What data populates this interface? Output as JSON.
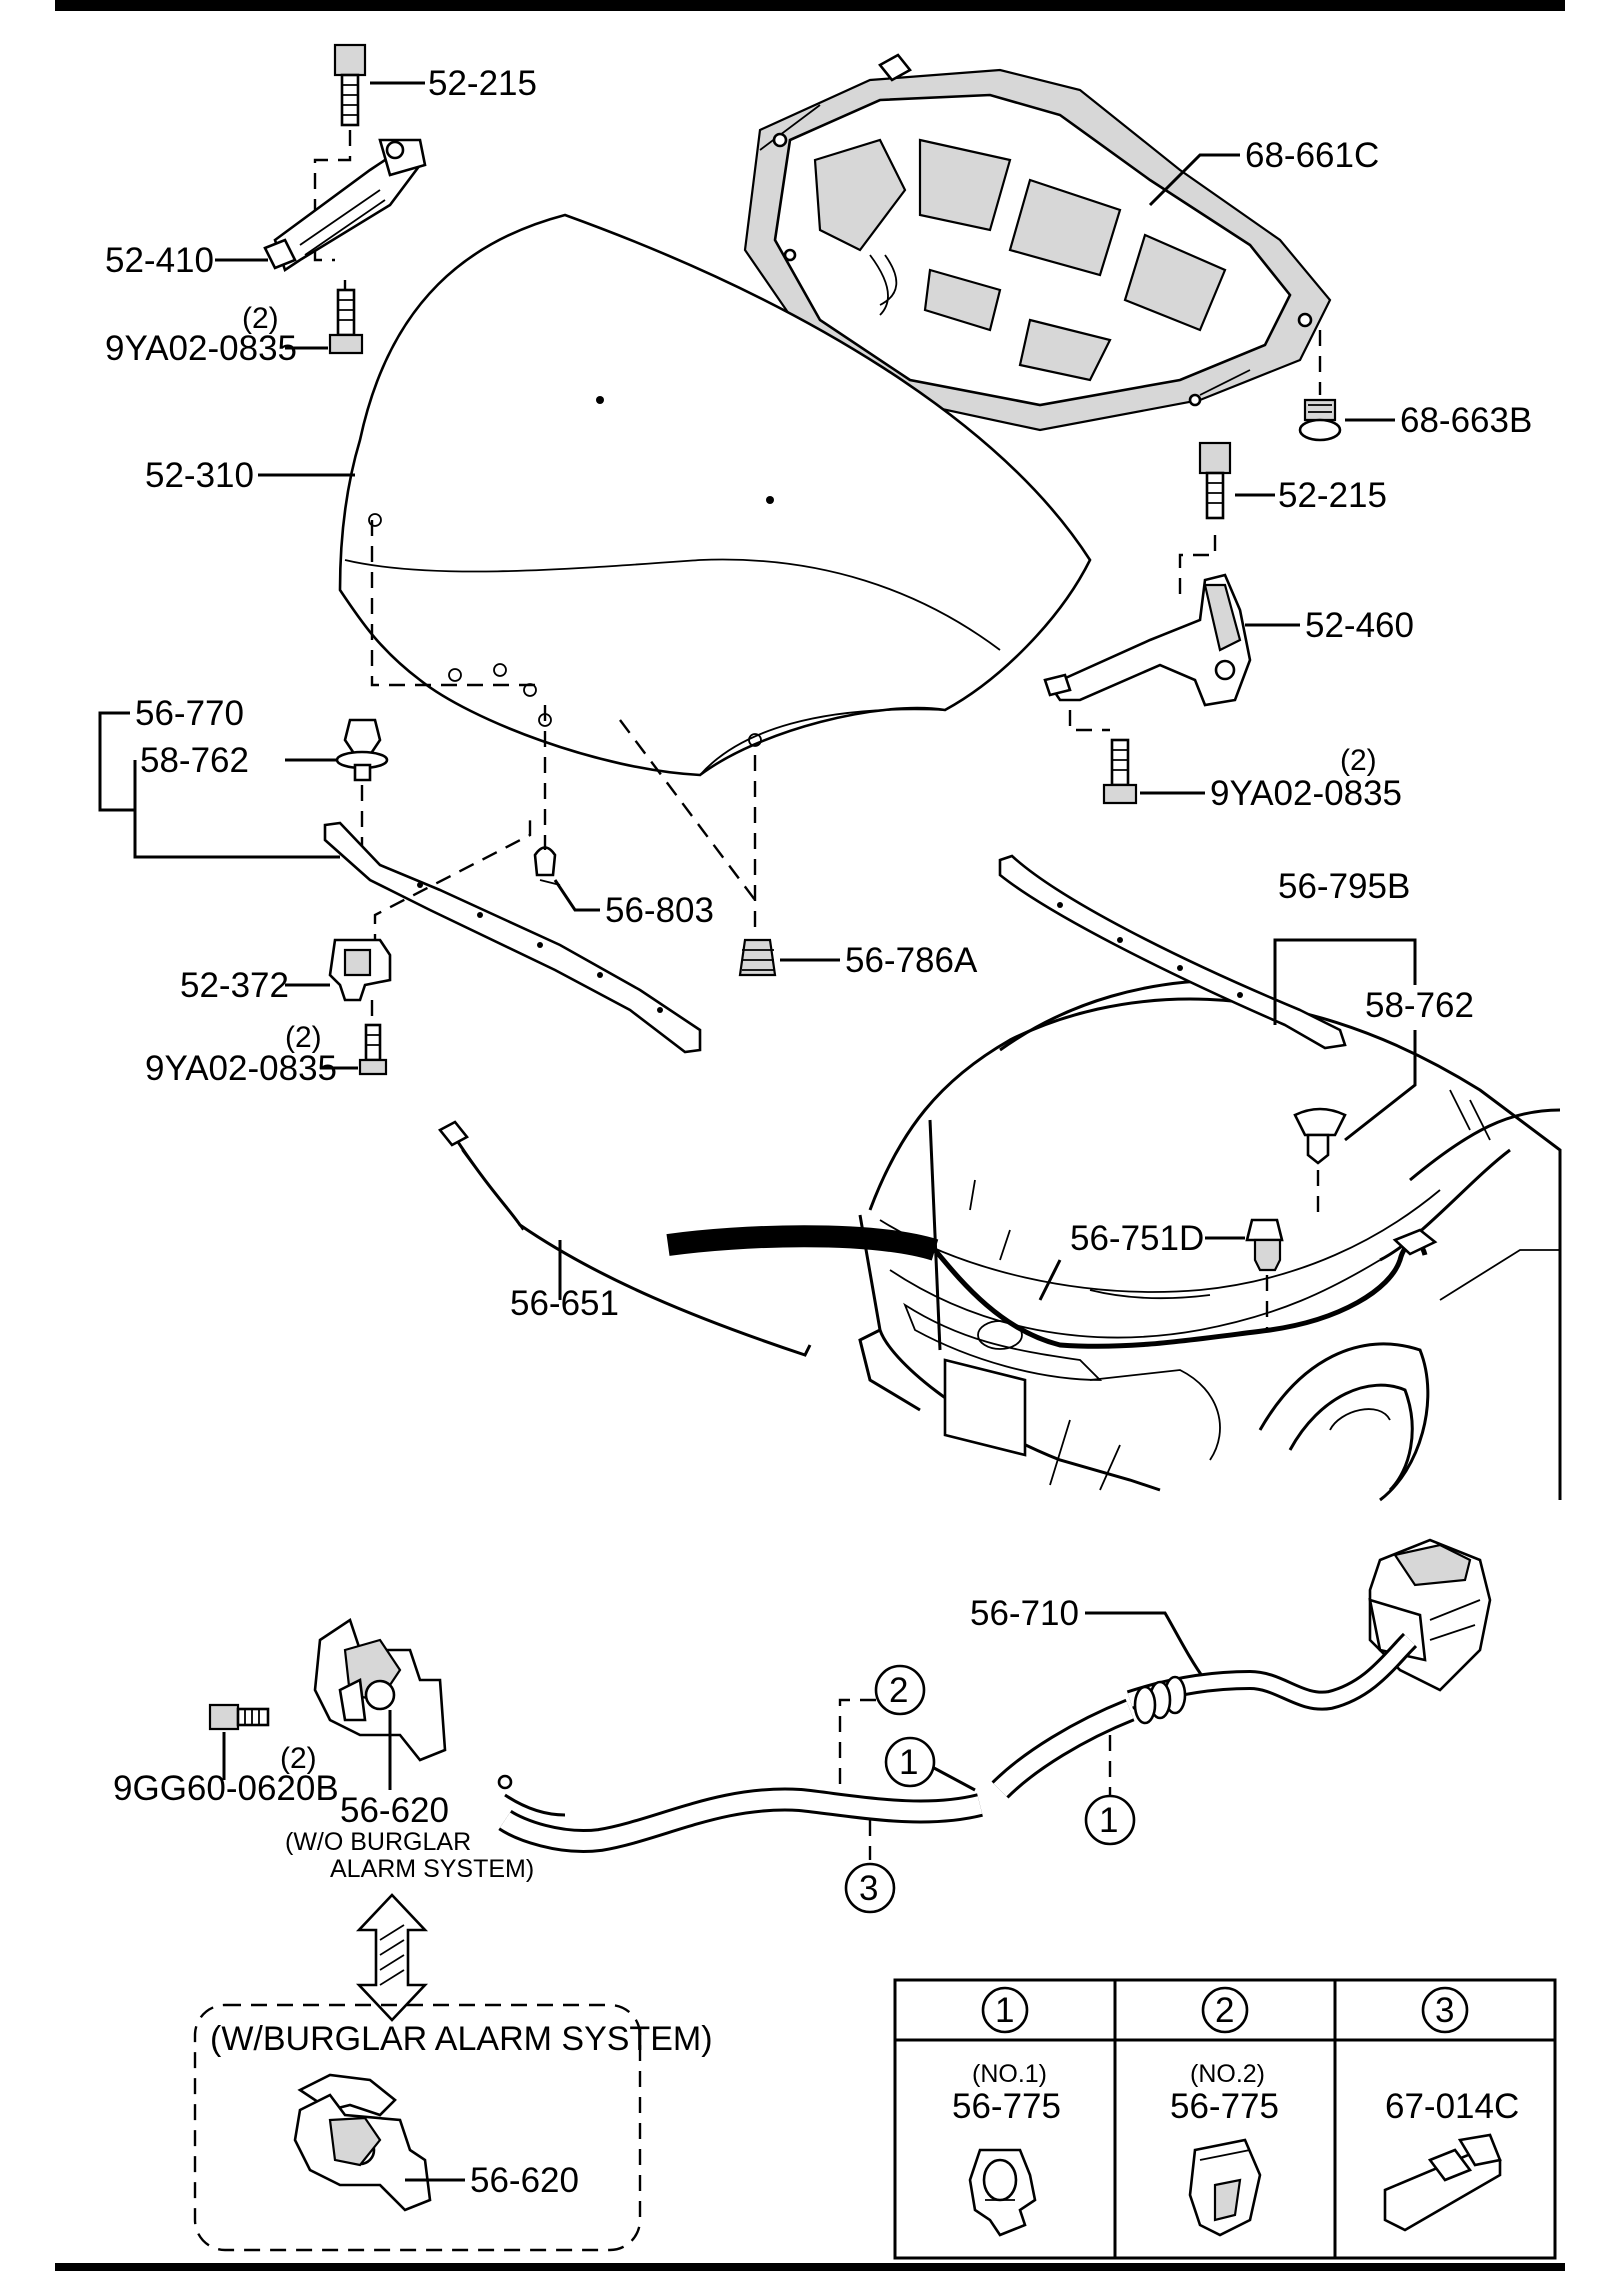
{
  "labels": {
    "hood_bolt_lh": "52-215",
    "hood_hinge_lh": "52-410",
    "hinge_bolt_lh_qty": "(2)",
    "hinge_bolt_lh": "9YA02-0835",
    "hood_panel": "52-310",
    "insulator": "68-661C",
    "insulator_clip": "68-663B",
    "hood_bolt_rh": "52-215",
    "hood_hinge_rh": "52-460",
    "hinge_bolt_rh_qty": "(2)",
    "hinge_bolt_rh": "9YA02-0835",
    "seal_set_front": "56-770",
    "seal_clip_front": "58-762",
    "hood_bumper_small": "56-803",
    "hood_bumper": "56-786A",
    "striker": "52-372",
    "striker_bolt_qty": "(2)",
    "striker_bolt": "9YA02-0835",
    "seal_set_rear": "56-795B",
    "seal_clip_rear": "58-762",
    "stay_grommet": "56-751D",
    "hood_stay": "56-651",
    "release_cable": "56-710",
    "lock_bolt": "9GG60-0620B",
    "lock_bolt_qty": "(2)",
    "hood_lock": "56-620",
    "hood_lock_note_1": "(W/O BURGLAR",
    "hood_lock_note_2": "ALARM SYSTEM)",
    "alarm_box_title": "(W/BURGLAR ALARM SYSTEM)",
    "hood_lock_alarm": "56-620",
    "callout_1": "1",
    "callout_2": "2",
    "callout_3": "3"
  },
  "clip_table": {
    "columns": [
      {
        "key": "1",
        "note": "(NO.1)",
        "part": "56-775"
      },
      {
        "key": "2",
        "note": "(NO.2)",
        "part": "56-775"
      },
      {
        "key": "3",
        "note": "",
        "part": "67-014C"
      }
    ]
  }
}
